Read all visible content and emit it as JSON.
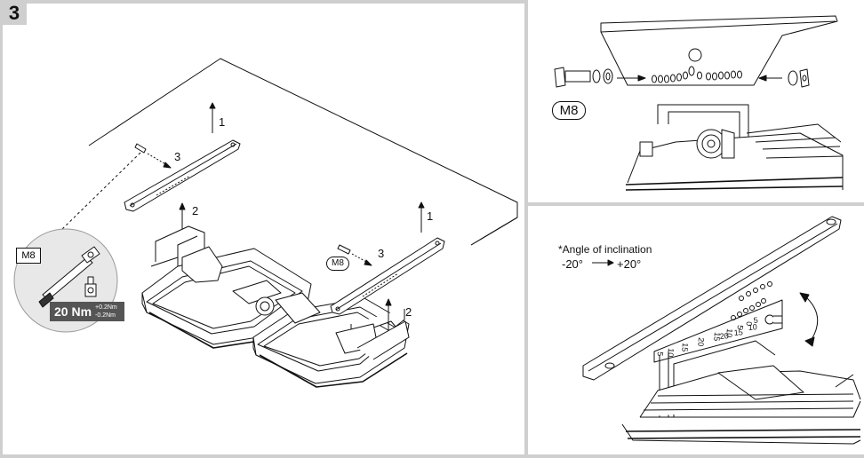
{
  "step": {
    "number": "3"
  },
  "left_panel": {
    "callout_1a": "1",
    "callout_3a": "3",
    "callout_2a": "2",
    "callout_1b": "1",
    "callout_3b": "3",
    "callout_2b": "2",
    "bolt_size_pill": "M8",
    "detail": {
      "bolt_size": "M8",
      "torque_value": "20 Nm",
      "torque_tol_plus": "+0.2Nm",
      "torque_tol_minus": "-0.2Nm"
    }
  },
  "top_right_panel": {
    "bolt_size_pill": "M8"
  },
  "bottom_right_panel": {
    "note": "*Angle of inclination",
    "range_from": "-20°",
    "range_to": "+20°",
    "scale_labels": [
      "5",
      "10",
      "15",
      "20",
      "15",
      "10",
      "5",
      "0",
      "5",
      "10",
      "15",
      "20"
    ]
  }
}
